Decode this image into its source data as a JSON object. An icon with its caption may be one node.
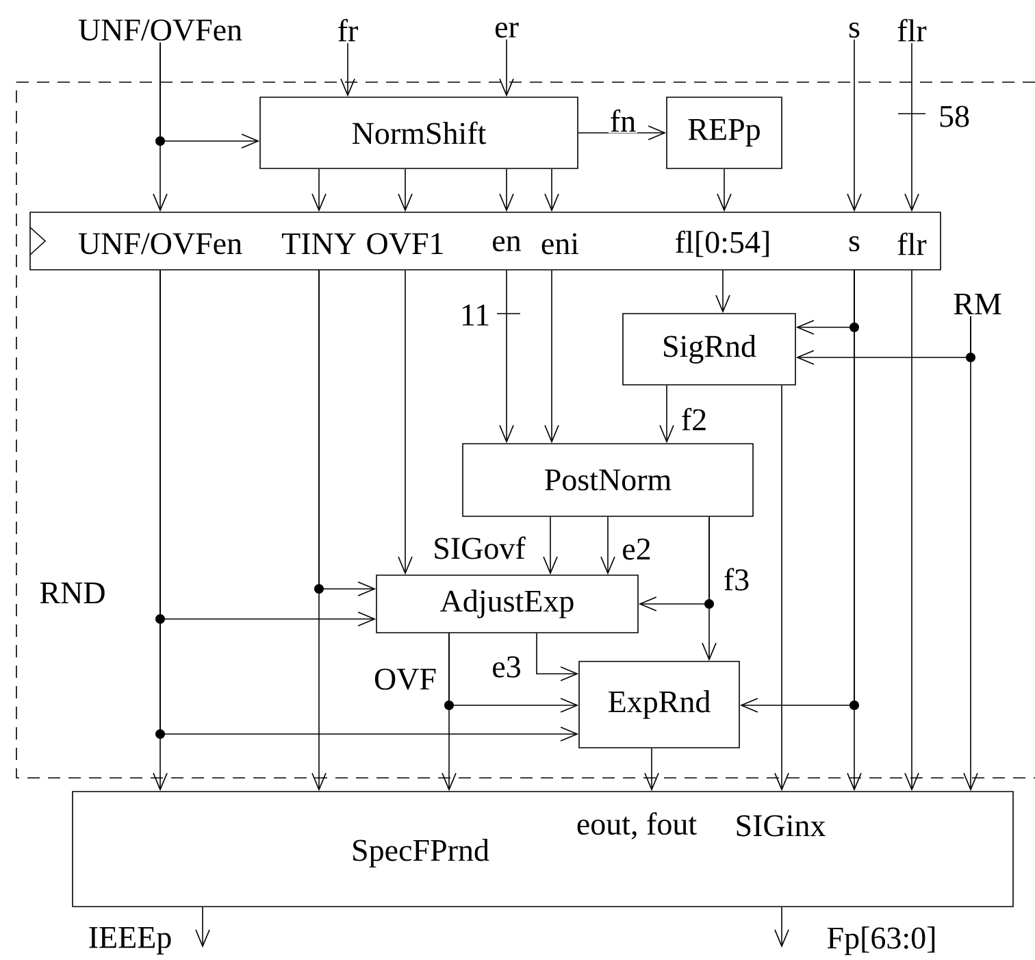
{
  "diagram": {
    "nodes": [
      {
        "text": [
          "UNF/OVFen"
        ]
      },
      {
        "text": [
          "fr"
        ]
      },
      {
        "text": [
          "er"
        ]
      },
      {
        "text": [
          "s"
        ]
      },
      {
        "text": [
          "flr"
        ]
      },
      {
        "text": [
          "RND"
        ]
      },
      {
        "text": [
          "NormShift"
        ],
        "in": 5
      },
      {
        "text": [
          "REPp"
        ],
        "in": 5
      },
      {
        "text": [
          "UNF/OVFen",
          "TINY",
          "OVF1",
          "en",
          "eni",
          "fl[0:54]",
          "s",
          "flr"
        ],
        "in": 5
      },
      {
        "text": [
          "RM"
        ],
        "in": 5
      },
      {
        "text": [
          "SigRnd"
        ],
        "in": 5
      },
      {
        "text": [
          "PostNorm"
        ],
        "in": 5
      },
      {
        "text": [
          "AdjustExp"
        ],
        "in": 5
      },
      {
        "text": [
          "ExpRnd"
        ],
        "in": 5
      },
      {
        "text": [
          "SpecFPrnd",
          "eout, fout",
          "SIGinx"
        ]
      }
    ],
    "edges": [
      {
        "from": 0,
        "to": 8,
        "arrow": "to"
      },
      {
        "from": 0,
        "to": 6,
        "arrow": "to"
      },
      {
        "from": 1,
        "to": 6,
        "arrow": "to"
      },
      {
        "from": 2,
        "to": 6,
        "arrow": "to"
      },
      {
        "from": 6,
        "to": 8,
        "arrow": "to"
      },
      {
        "from": 6,
        "to": 8,
        "arrow": "to"
      },
      {
        "from": 6,
        "to": 8,
        "arrow": "to"
      },
      {
        "from": 6,
        "to": 8,
        "arrow": "to"
      },
      {
        "from": 6,
        "to": 7,
        "arrow": "to",
        "label": "fn"
      },
      {
        "from": 7,
        "to": 8,
        "arrow": "to"
      },
      {
        "from": 3,
        "to": 8,
        "arrow": "to"
      },
      {
        "from": 4,
        "to": 8,
        "arrow": "to"
      },
      {
        "from": 8,
        "to": 10,
        "arrow": "to"
      },
      {
        "from": 8,
        "to": 10,
        "arrow": "to"
      },
      {
        "from": 9,
        "to": 10,
        "arrow": "to"
      },
      {
        "from": 8,
        "to": 11,
        "arrow": "to"
      },
      {
        "from": 8,
        "to": 11,
        "arrow": "to"
      },
      {
        "from": 10,
        "to": 11,
        "arrow": "to",
        "label": "f2"
      },
      {
        "from": 8,
        "to": 12,
        "arrow": "to"
      },
      {
        "from": 11,
        "to": 12,
        "arrow": "to",
        "label": "SIGovf"
      },
      {
        "from": 11,
        "to": 12,
        "arrow": "to",
        "label": "e2"
      },
      {
        "from": 11,
        "to": 12,
        "arrow": "to",
        "label": "f3"
      },
      {
        "from": 11,
        "to": 13,
        "arrow": "to"
      },
      {
        "from": 8,
        "to": 12,
        "arrow": "to"
      },
      {
        "from": 8,
        "to": 12,
        "arrow": "to"
      },
      {
        "from": 12,
        "to": 13,
        "arrow": "to",
        "label": "e3"
      },
      {
        "from": 12,
        "to": 13,
        "arrow": "to"
      },
      {
        "from": 8,
        "to": 13,
        "arrow": "to"
      },
      {
        "from": 8,
        "to": 13,
        "arrow": "to"
      },
      {
        "from": 8,
        "to": 14,
        "arrow": "to"
      },
      {
        "from": 8,
        "to": 14,
        "arrow": "to"
      },
      {
        "from": 12,
        "to": 14,
        "arrow": "to",
        "label": "OVF"
      },
      {
        "from": 13,
        "to": 14,
        "arrow": "to"
      },
      {
        "from": 10,
        "to": 14,
        "arrow": "to"
      },
      {
        "from": 8,
        "to": 14,
        "arrow": "to"
      },
      {
        "from": 8,
        "to": 14,
        "arrow": "to"
      },
      {
        "from": 9,
        "to": 14,
        "arrow": "to"
      },
      {
        "from": 14,
        "to": null,
        "arrow": "to",
        "label": "IEEEp"
      },
      {
        "from": 14,
        "to": null,
        "arrow": "to",
        "label": "Fp[63:0]"
      }
    ],
    "labels": [
      "58",
      "11"
    ]
  }
}
